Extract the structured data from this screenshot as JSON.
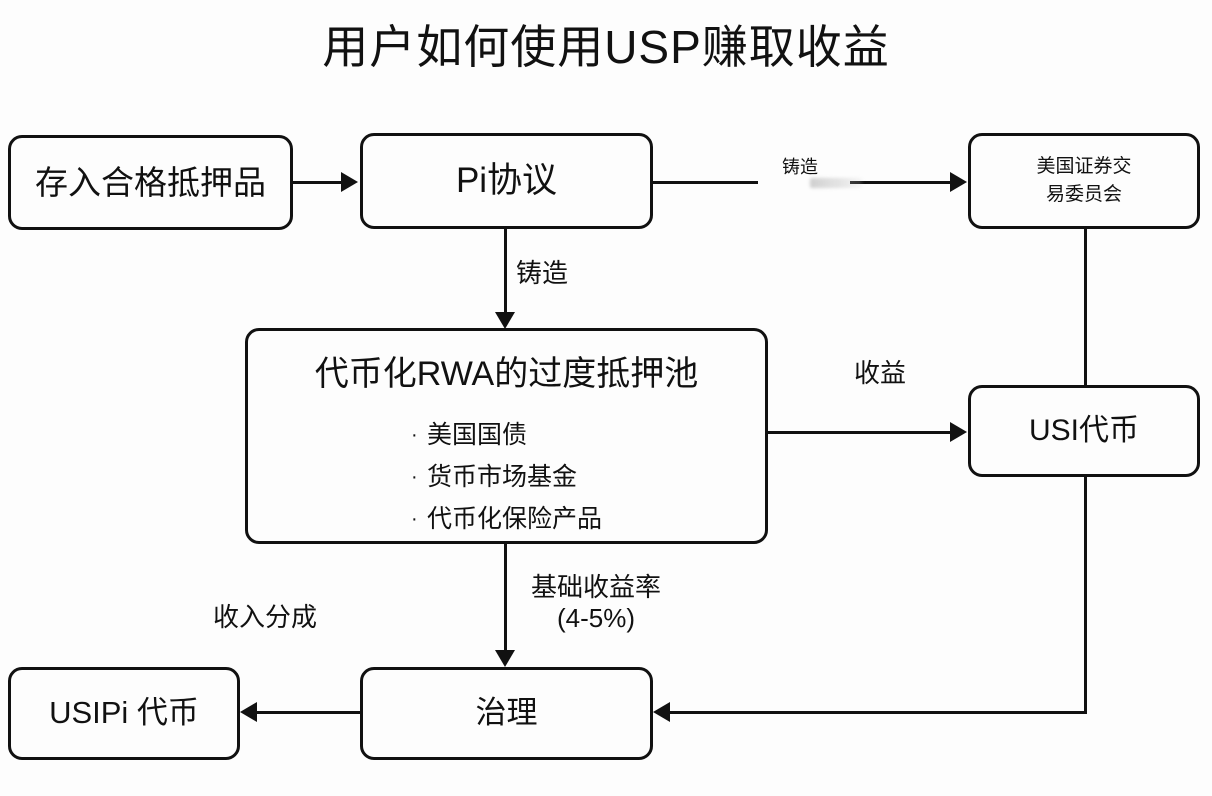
{
  "title": "用户如何使用USP赚取收益",
  "nodes": {
    "deposit": {
      "label": "存入合格抵押品"
    },
    "pi_protocol": {
      "label": "Pi协议"
    },
    "sec": {
      "label": "美国证券交\n易委员会"
    },
    "pool": {
      "label": "代币化RWA的过度抵押池",
      "bullets": [
        "美国国债",
        "货币市场基金",
        "代币化保险产品"
      ],
      "bullet_glyph": "·"
    },
    "usi_token": {
      "label": "USI代币"
    },
    "governance": {
      "label": "治理"
    },
    "usipi_token": {
      "label": "USIPi 代币"
    }
  },
  "edges": {
    "pi_to_sec": {
      "label": "铸造"
    },
    "pi_to_pool": {
      "label": "铸造"
    },
    "pool_to_usi": {
      "label": "收益"
    },
    "pool_to_governance": {
      "label": "基础收益率\n(4-5%)"
    },
    "governance_to_usipi": {
      "label": "收入分成"
    }
  },
  "colors": {
    "stroke": "#111111",
    "background": "#fdfdfd",
    "node_fill": "#fdfdfd",
    "text": "#111111"
  }
}
